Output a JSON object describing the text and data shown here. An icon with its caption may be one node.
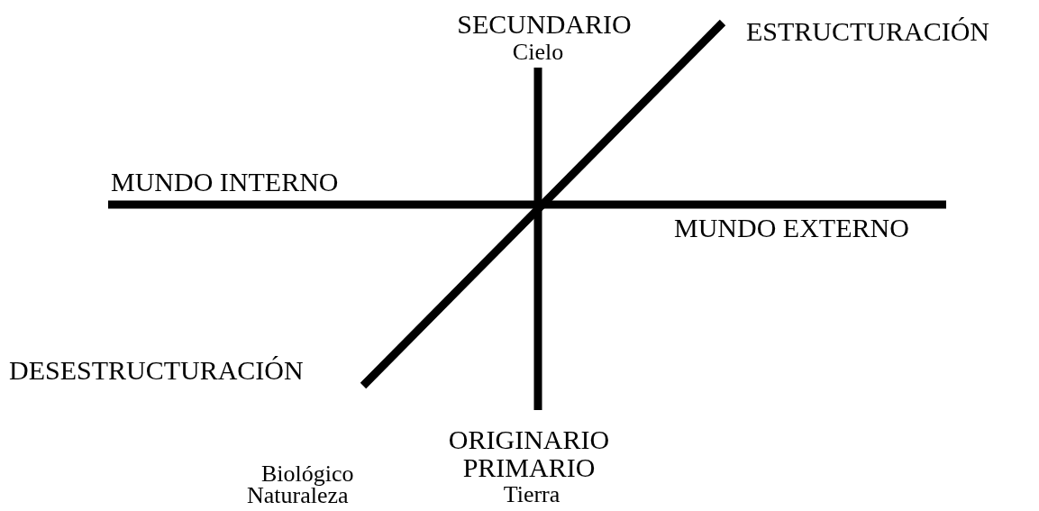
{
  "diagram": {
    "labels": [
      "SECUNDARIO",
      "Cielo",
      "ESTRUCTURACIÓN",
      "MUNDO INTERNO",
      "MUNDO EXTERNO",
      "DESESTRUCTURACIÓN",
      "ORIGINARIO",
      "PRIMARIO",
      "Tierra",
      "Biológico",
      "Naturaleza"
    ]
  }
}
